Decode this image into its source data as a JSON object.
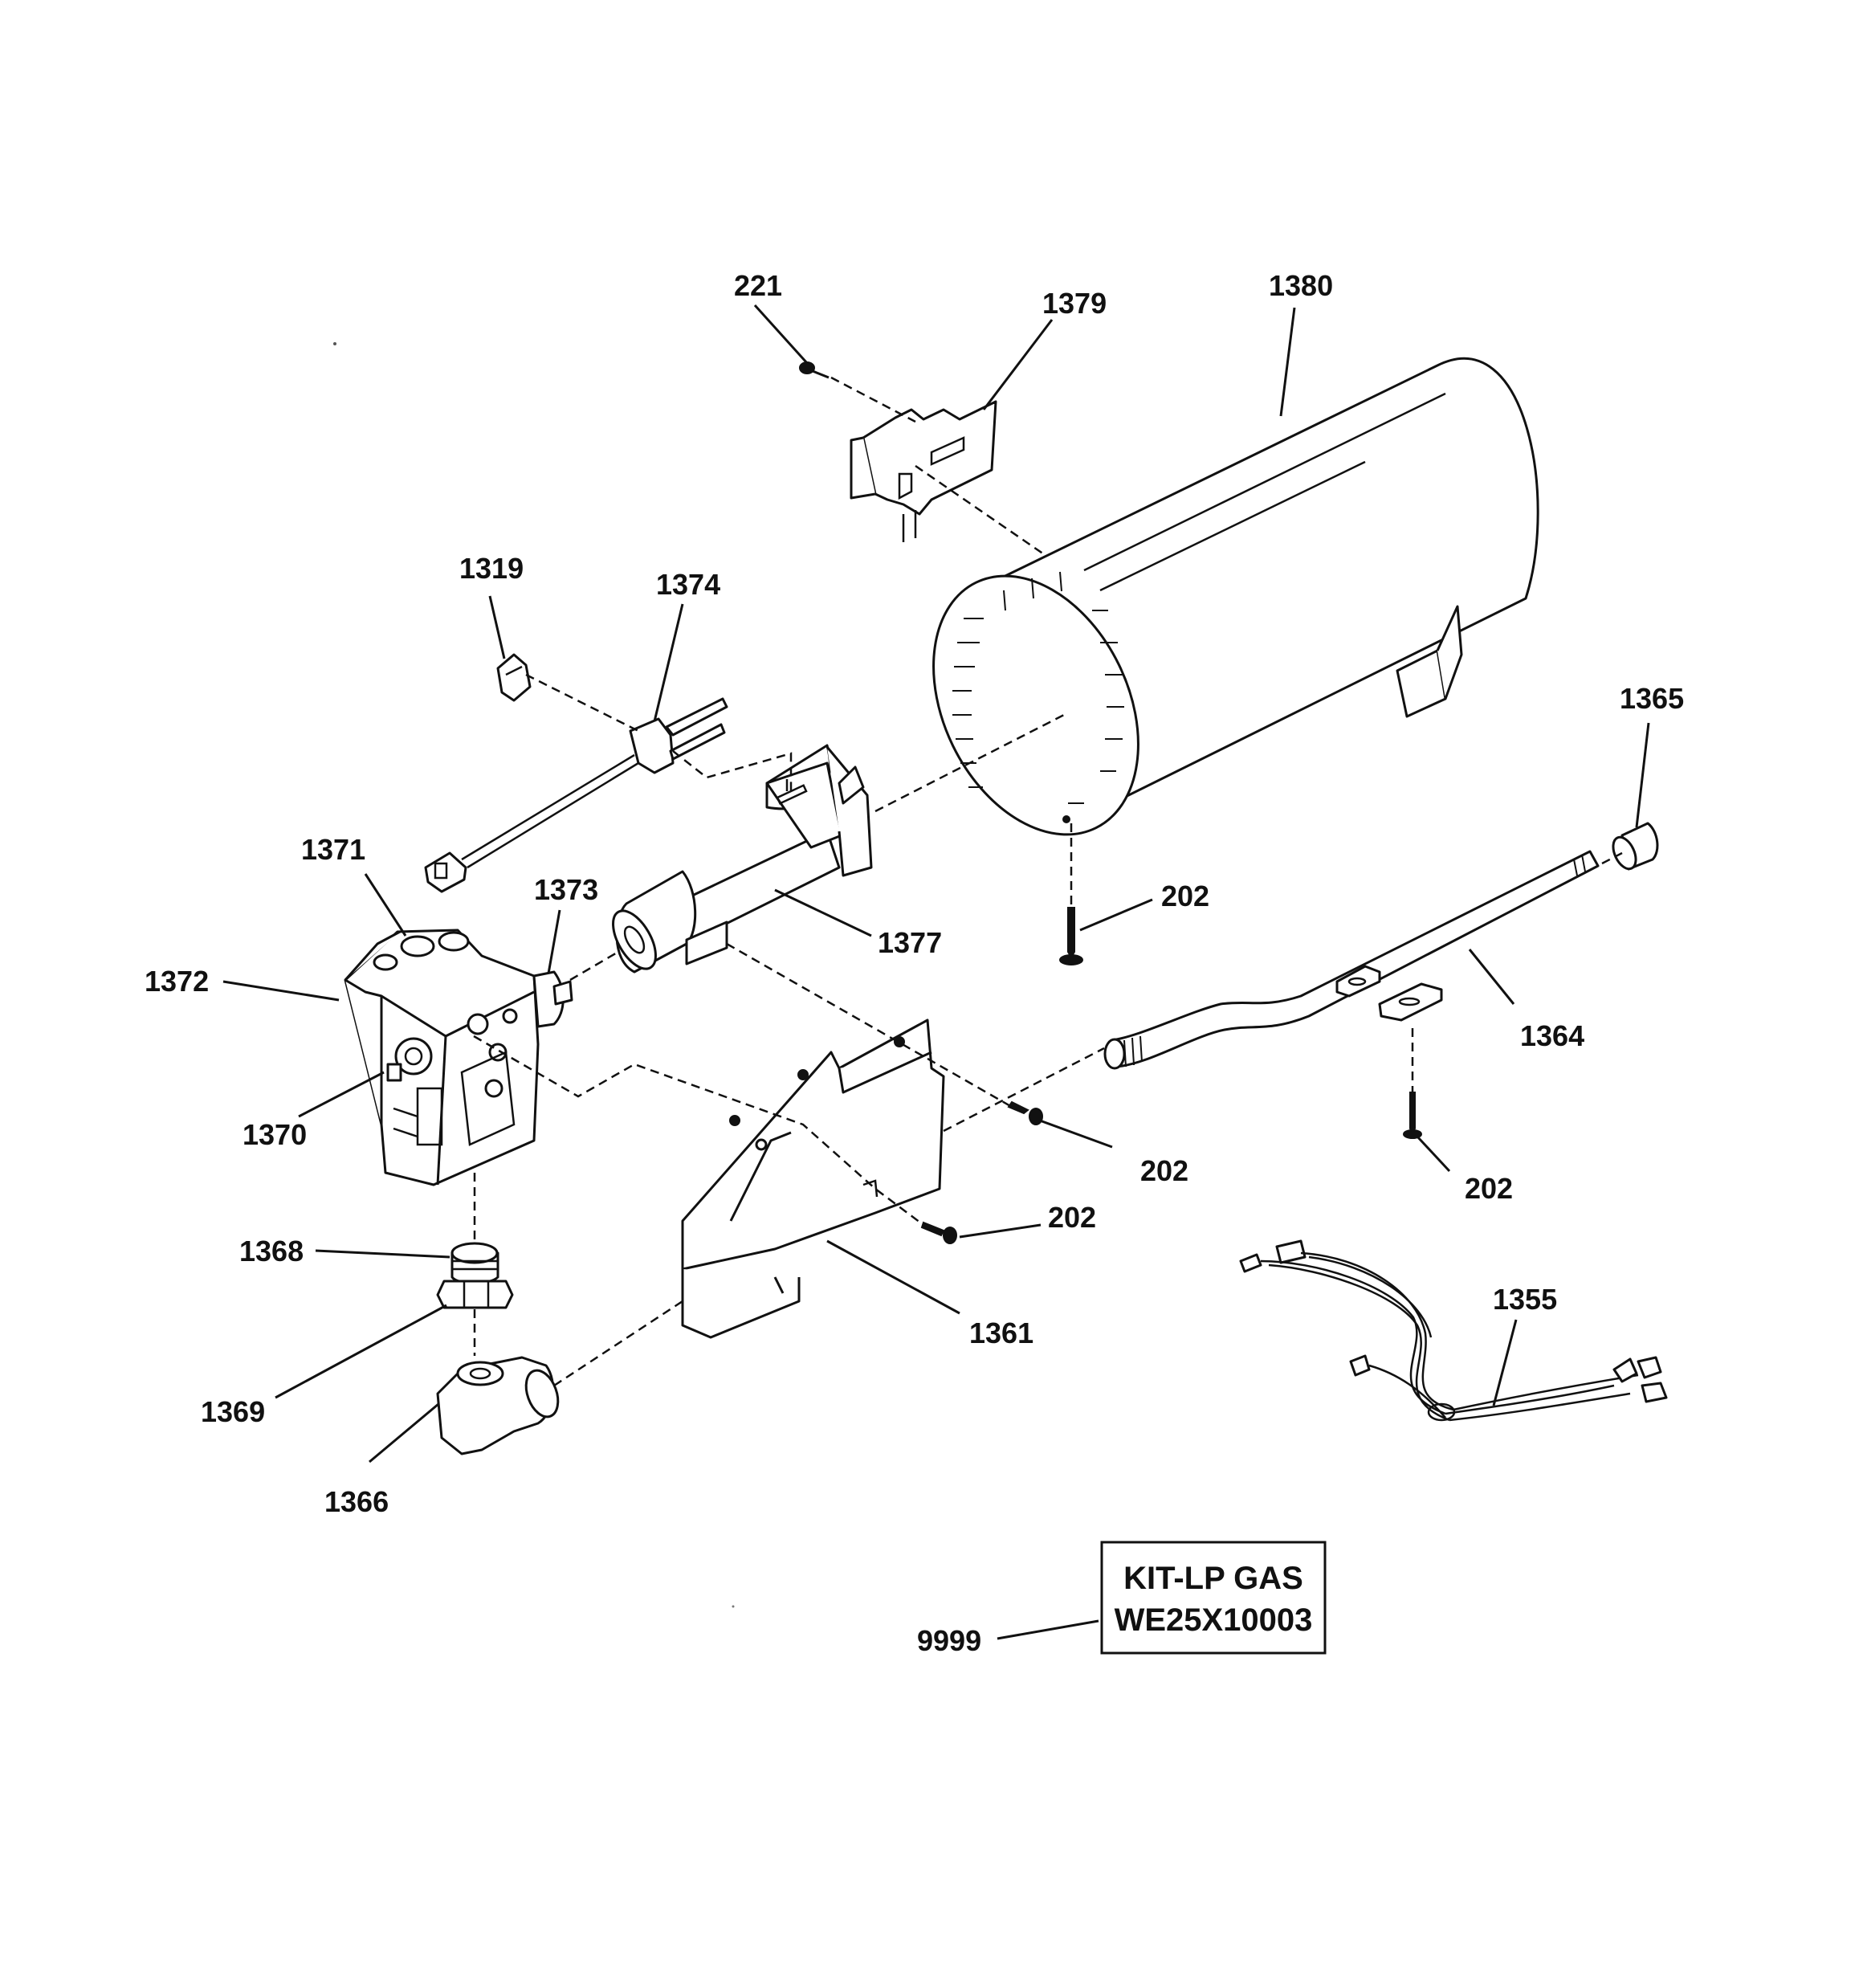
{
  "callouts": [
    {
      "id": "c221",
      "text": "221"
    },
    {
      "id": "c1379",
      "text": "1379"
    },
    {
      "id": "c1380",
      "text": "1380"
    },
    {
      "id": "c1319",
      "text": "1319"
    },
    {
      "id": "c1374",
      "text": "1374"
    },
    {
      "id": "c1365",
      "text": "1365"
    },
    {
      "id": "c1371",
      "text": "1371"
    },
    {
      "id": "c1373",
      "text": "1373"
    },
    {
      "id": "c202a",
      "text": "202"
    },
    {
      "id": "c1377",
      "text": "1377"
    },
    {
      "id": "c1372",
      "text": "1372"
    },
    {
      "id": "c1364",
      "text": "1364"
    },
    {
      "id": "c1370",
      "text": "1370"
    },
    {
      "id": "c202b",
      "text": "202"
    },
    {
      "id": "c202c",
      "text": "202"
    },
    {
      "id": "c202d",
      "text": "202"
    },
    {
      "id": "c1368",
      "text": "1368"
    },
    {
      "id": "c1355",
      "text": "1355"
    },
    {
      "id": "c1361",
      "text": "1361"
    },
    {
      "id": "c1369",
      "text": "1369"
    },
    {
      "id": "c1366",
      "text": "1366"
    },
    {
      "id": "c9999",
      "text": "9999"
    }
  ],
  "kit_box": {
    "line1": "KIT-LP GAS",
    "line2": "WE25X10003"
  }
}
